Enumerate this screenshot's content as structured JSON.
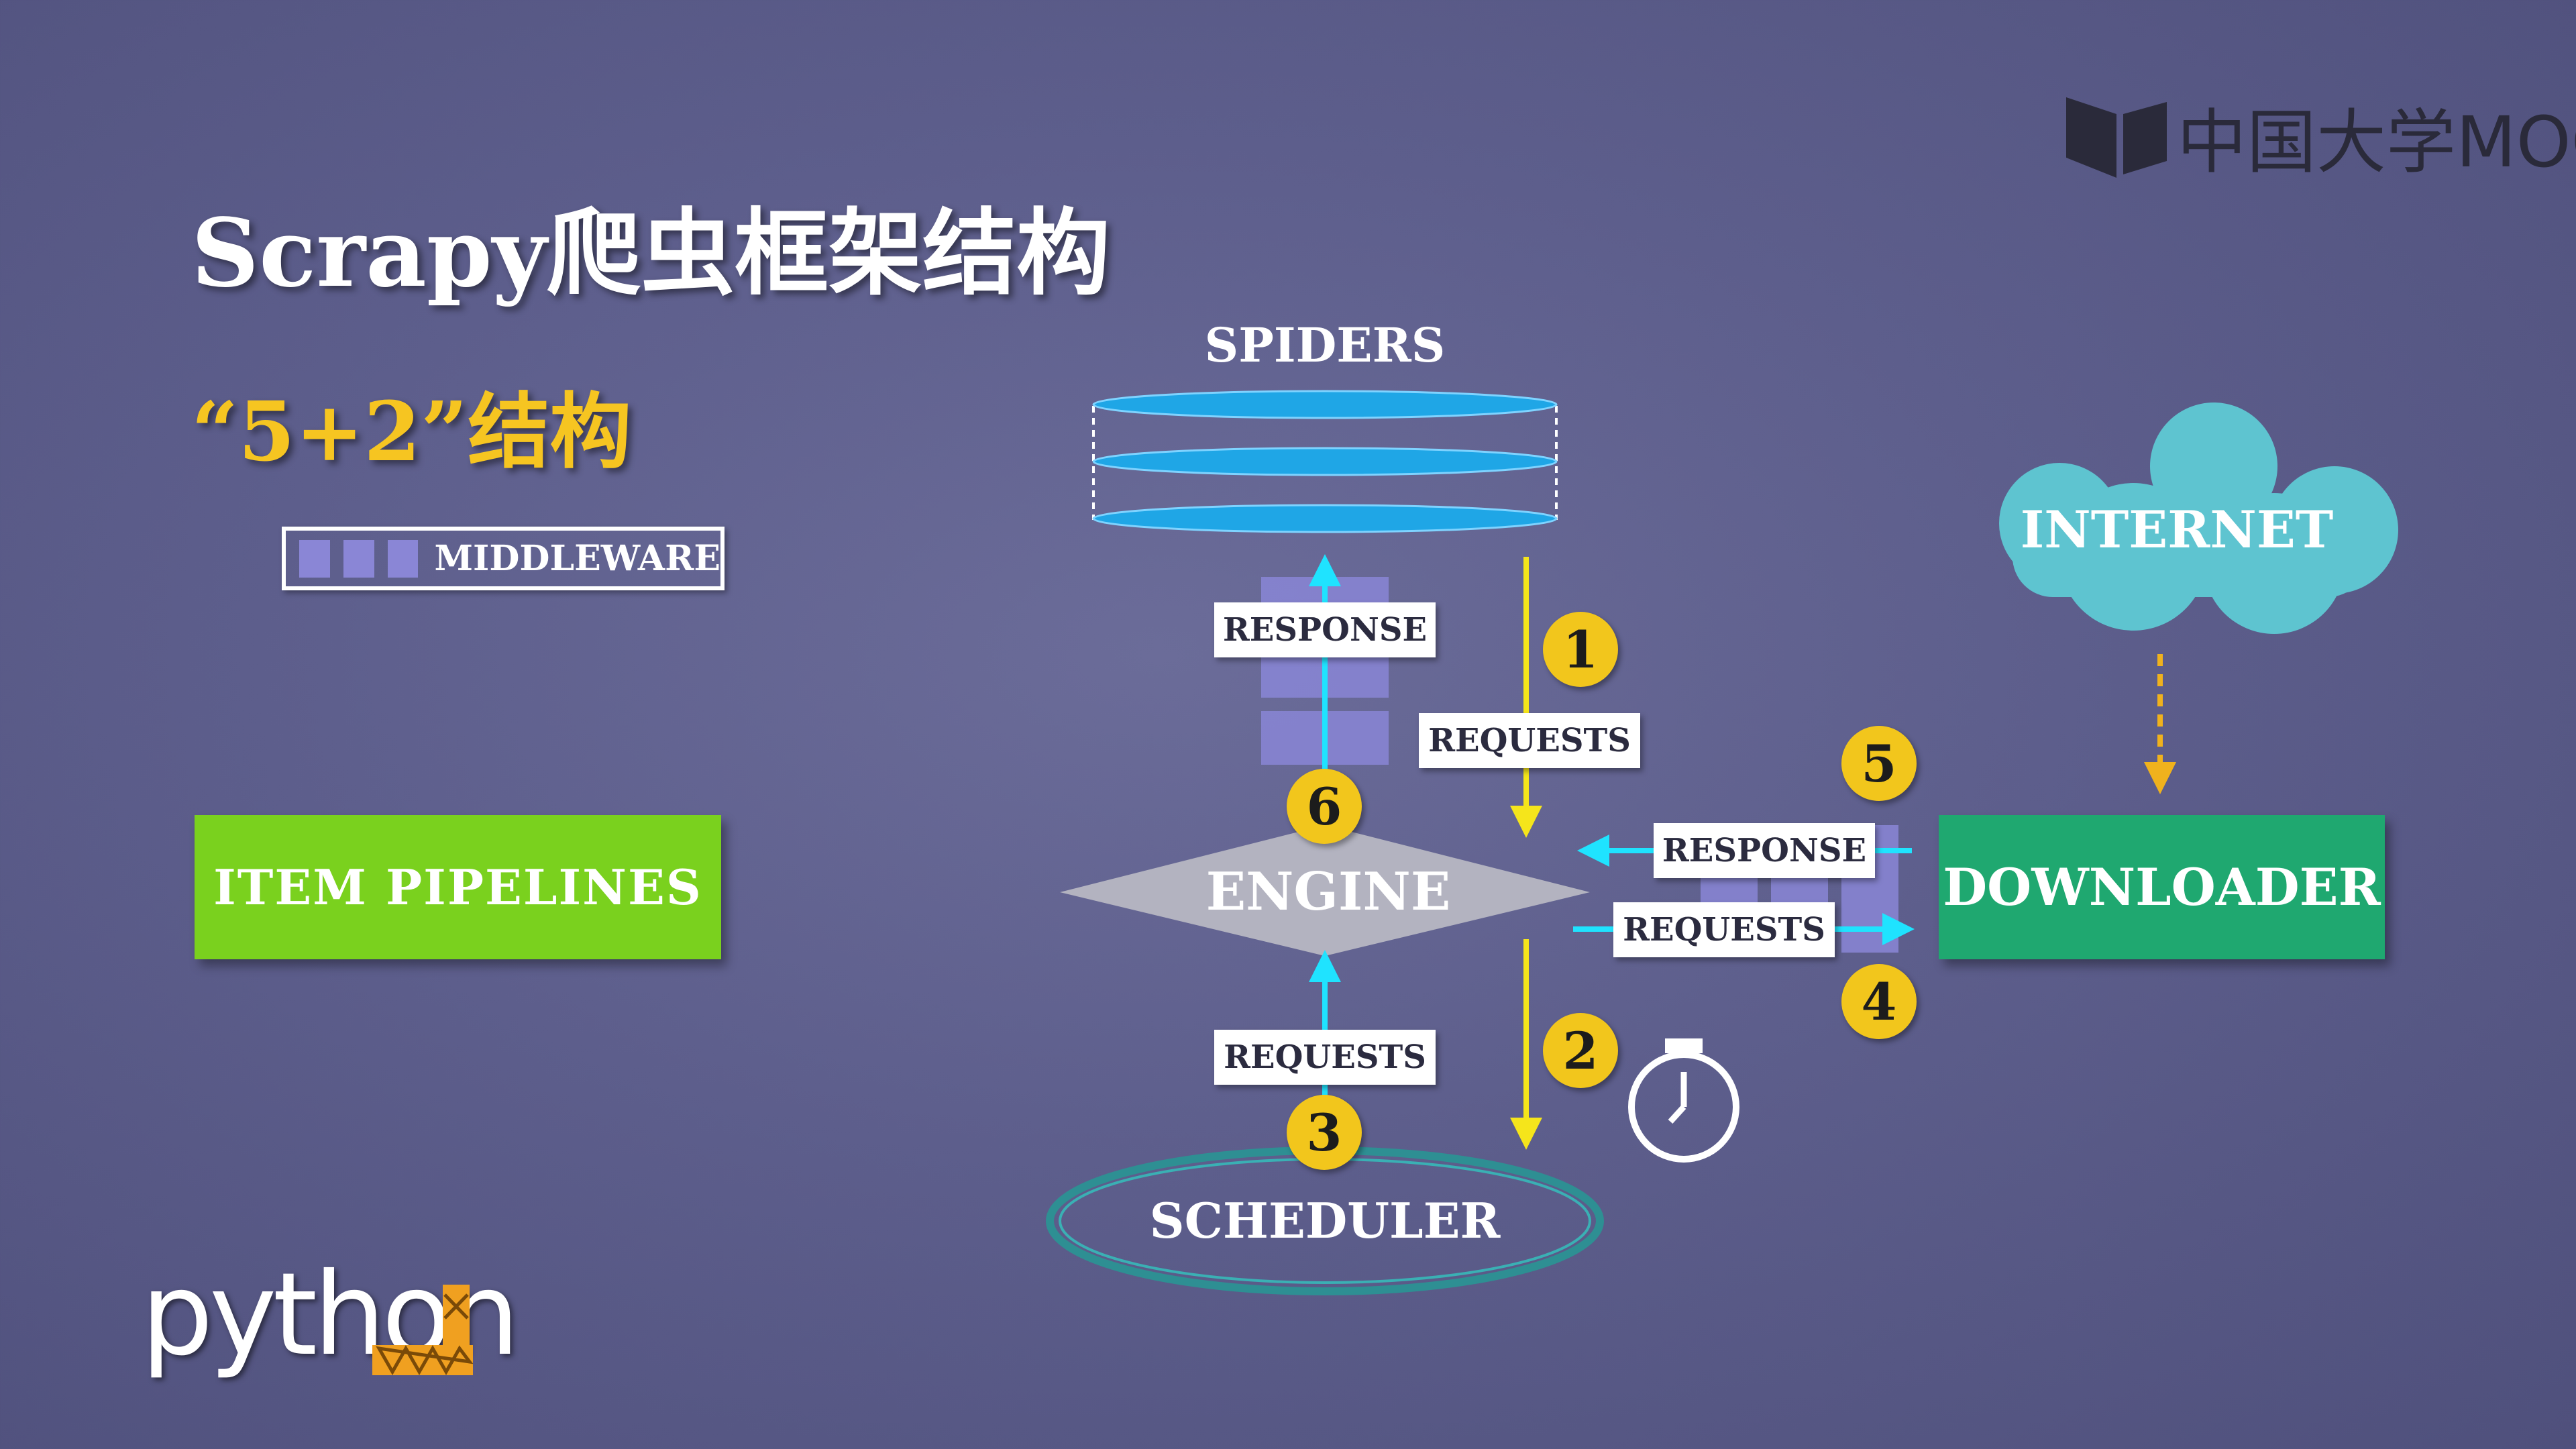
{
  "slide": {
    "title": "Scrapy爬虫框架结构",
    "subtitle": "“5+2”结构",
    "brand": "中国大学MOOC",
    "footer_logo": "python"
  },
  "legend": {
    "label": "MIDDLEWARE"
  },
  "components": {
    "spiders": "SPIDERS",
    "engine": "ENGINE",
    "scheduler": "SCHEDULER",
    "downloader": "DOWNLOADER",
    "item_pipelines": "ITEM PIPELINES",
    "internet": "INTERNET"
  },
  "flow_labels": {
    "spider_response": "RESPONSE",
    "spider_requests": "REQUESTS",
    "downloader_response": "RESPONSE",
    "downloader_requests": "REQUESTS",
    "scheduler_requests": "REQUESTS"
  },
  "steps": [
    "1",
    "2",
    "3",
    "4",
    "5",
    "6"
  ],
  "colors": {
    "background": "#5d5e8c",
    "item_pipelines": "#7ad11e",
    "downloader": "#1fa870",
    "internet": "#5ec4d0",
    "engine": "#b3b3c0",
    "spiders": "#1fa6e6",
    "scheduler_ring": "#2e8f93",
    "middleware": "#8a86d6",
    "step_badge": "#f2c61c",
    "arrow_yellow": "#f5e51b",
    "arrow_cyan": "#1fe3ff",
    "title_accent": "#f6c521"
  },
  "icons": [
    "mooc-logo-icon",
    "stopwatch-icon",
    "python-logo-icon"
  ]
}
